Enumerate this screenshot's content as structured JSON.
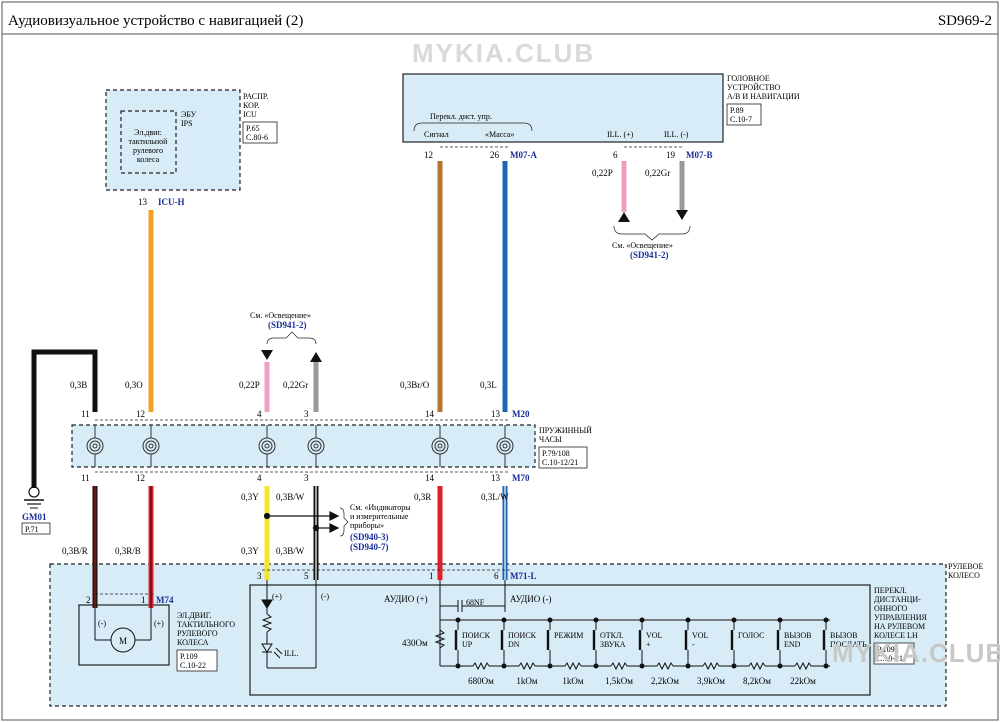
{
  "header": {
    "title": "Аудиовизуальное устройство с навигацией (2)",
    "code": "SD969-2"
  },
  "watermarks": {
    "top": "MYKIA.CLUB",
    "bottom": "MYKIA.CLUB"
  },
  "icu": {
    "title": [
      "РАСПР.",
      "КОР.",
      "ICU"
    ],
    "ref": [
      "P.65",
      "C.80-6"
    ],
    "ecu": [
      "ЭБУ",
      "IPS"
    ],
    "inner": [
      "Эл.двиг.",
      "тактильной",
      "рулевого",
      "колеса"
    ],
    "pin": "13",
    "connector": "ICU-H"
  },
  "head_unit": {
    "title": [
      "ГОЛОВНОЕ",
      "УСТРОЙСТВО",
      "А/В И НАВИГАЦИИ"
    ],
    "ref": [
      "P.89",
      "C.10-7"
    ],
    "group_label": "Перекл. дист. упр.",
    "signal": "Сигнал",
    "ground": "«Масса»",
    "ill_plus": "ILL. (+)",
    "ill_minus": "ILL. (-)",
    "pins": [
      "12",
      "26",
      "6",
      "19"
    ],
    "connector_a": "M07-A",
    "connector_b": "M07-B",
    "wire_pink": "0,22P",
    "wire_gray": "0,22Gr",
    "see_text": "См. «Освещение»",
    "see_code": "(SD941-2)"
  },
  "mid_lighting": {
    "see_text": "См. «Освещение»",
    "see_code": "(SD941-2)"
  },
  "upper_wires": [
    "0,3B",
    "0,3O",
    "0,22P",
    "0,22Gr",
    "0,3Br/O",
    "0,3L"
  ],
  "clock_spring": {
    "top_pins": [
      "11",
      "12",
      "4",
      "3",
      "14",
      "13"
    ],
    "bottom_pins": [
      "11",
      "12",
      "4",
      "3",
      "14",
      "13"
    ],
    "top_connector": "M20",
    "bottom_connector": "M70",
    "title": [
      "ПРУЖИННЫЙ",
      "ЧАСЫ"
    ],
    "ref": [
      "P.79/108",
      "C.10-12/21"
    ]
  },
  "ground": {
    "name": "GM01",
    "ref": "P.71"
  },
  "lower_wires": {
    "yellow_a": "0,3Y",
    "bw_a": "0,3B/W",
    "yellow_b": "0,3Y",
    "bw_b": "0,3B/W",
    "red": "0,3R",
    "lw": "0,3L/W",
    "br": "0,3B/R",
    "rb": "0,3R/B"
  },
  "instruments": {
    "see_text": [
      "См. «Индикаторы",
      "и измерительные",
      "приборы»"
    ],
    "codes": [
      "(SD940-3)",
      "(SD940-7)"
    ]
  },
  "steering_wheel": {
    "title": [
      "РУЛЕВОЕ",
      "КОЛЕСО"
    ]
  },
  "motor": {
    "pins": [
      "2",
      "1"
    ],
    "connector": "M74",
    "minus": "(-)",
    "plus": "(+)",
    "symbol": "M",
    "title": [
      "ЭЛ.ДВИГ.",
      "ТАКТИЛЬНОГО",
      "РУЛЕВОГО",
      "КОЛЕСА"
    ],
    "ref": [
      "P.109",
      "C.10-22"
    ]
  },
  "remote_switch": {
    "pins": [
      "3",
      "5",
      "1",
      "6"
    ],
    "connector": "M71-L",
    "plus": "(+)",
    "minus": "(-)",
    "ill": "ILL.",
    "audio_plus": "АУДИО (+)",
    "audio_minus": "АУДИО (-)",
    "capacitor": "68NF",
    "r_main": "430Ом",
    "buttons": [
      "ПОИСК UP",
      "ПОИСК DN",
      "РЕЖИМ",
      "ОТКЛ. ЗВУКА",
      "VOL +",
      "VOL -",
      "ГОЛОС",
      "ВЫЗОВ END",
      "ВЫЗОВ ПОСЛАТЬ"
    ],
    "resistors": [
      "680Ом",
      "1kОм",
      "1kОм",
      "1,5kОм",
      "2,2kОм",
      "3,9kОм",
      "8,2kОм",
      "22kОм"
    ],
    "title": [
      "ПЕРЕКЛ.",
      "ДИСТАНЦИ-",
      "ОННОГО",
      "УПРАВЛЕНИЯ",
      "НА РУЛЕВОМ",
      "КОЛЕСЕ LH"
    ],
    "ref": [
      "P.109",
      "C.10-21"
    ]
  },
  "colors": {
    "orange": "#f2a324",
    "pink": "#ef9ec4",
    "gray": "#9a9a9a",
    "brown": "#b4732f",
    "blue": "#1e64b4",
    "red": "#e01f29",
    "yellow": "#f3e52a",
    "black": "#111111",
    "panel": "#d8ecf7"
  }
}
